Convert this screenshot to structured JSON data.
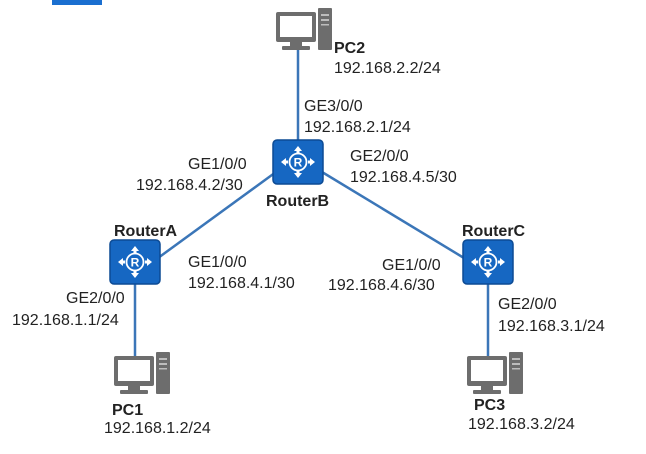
{
  "colors": {
    "link": "#3b76b8",
    "router_fill": "#1667c2",
    "router_edge": "#0c4a94",
    "pc_body": "#6d6d6d",
    "pc_screen": "#ffffff",
    "accent_mark": "#1a6fd0"
  },
  "devices": {
    "pc2": {
      "name": "PC2",
      "ip": "192.168.2.2/24",
      "icon": "pc-icon"
    },
    "pc1": {
      "name": "PC1",
      "ip": "192.168.1.2/24",
      "icon": "pc-icon"
    },
    "pc3": {
      "name": "PC3",
      "ip": "192.168.3.2/24",
      "icon": "pc-icon"
    },
    "routerA": {
      "name": "RouterA",
      "icon": "router-icon"
    },
    "routerB": {
      "name": "RouterB",
      "icon": "router-icon"
    },
    "routerC": {
      "name": "RouterC",
      "icon": "router-icon"
    }
  },
  "interfaces": {
    "b_to_pc2": {
      "port": "GE3/0/0",
      "ip": "192.168.2.1/24"
    },
    "b_to_a": {
      "port": "GE1/0/0",
      "ip": "192.168.4.2/30"
    },
    "b_to_c": {
      "port": "GE2/0/0",
      "ip": "192.168.4.5/30"
    },
    "a_to_b": {
      "port": "GE1/0/0",
      "ip": "192.168.4.1/30"
    },
    "a_to_pc1": {
      "port": "GE2/0/0",
      "ip": "192.168.1.1/24"
    },
    "c_to_b": {
      "port": "GE1/0/0",
      "ip": "192.168.4.6/30"
    },
    "c_to_pc3": {
      "port": "GE2/0/0",
      "ip": "192.168.3.1/24"
    }
  }
}
